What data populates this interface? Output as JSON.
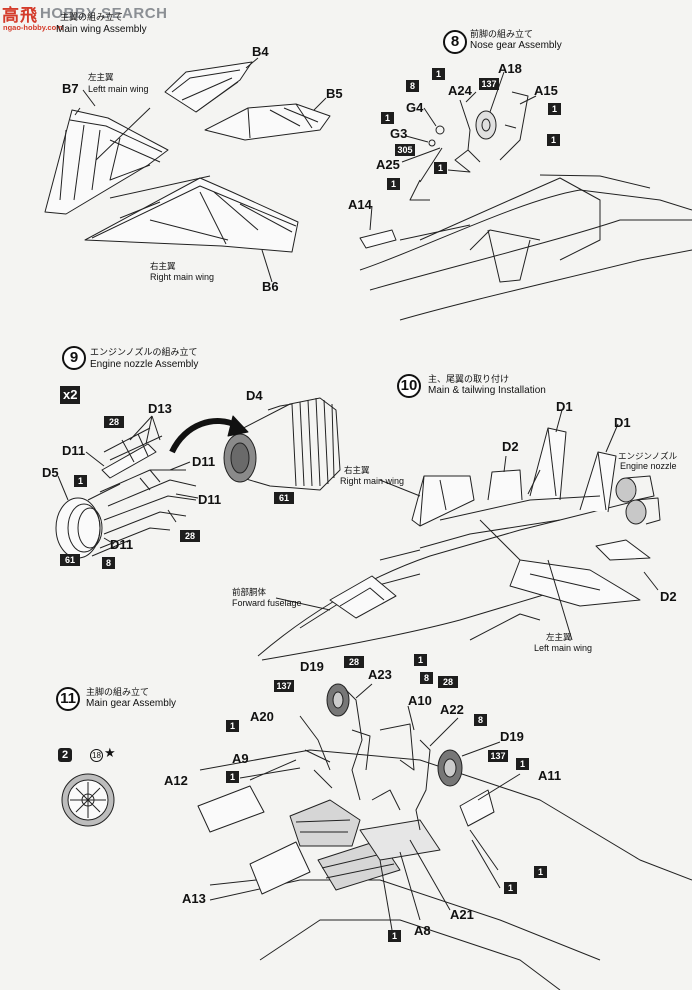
{
  "watermark": {
    "brand_cn": "高",
    "brand_cn2": "飛",
    "brand_en": "HOBBY SEARCH",
    "url": "ngao-hobby.com"
  },
  "step7": {
    "title_jp": "主翼の組み立て",
    "title_en": "Main wing Assembly",
    "labels": {
      "b7": "B7",
      "b4": "B4",
      "b5": "B5",
      "b6": "B6",
      "left_wing_jp": "左主翼",
      "left_wing_en": "Leftt main wing",
      "right_wing_jp": "右主翼",
      "right_wing_en": "Right main wing"
    }
  },
  "step8": {
    "number": "8",
    "title_jp": "前脚の組み立て",
    "title_en": "Nose gear Assembly",
    "labels": {
      "a18": "A18",
      "a24": "A24",
      "a15": "A15",
      "g4": "G4",
      "g3": "G3",
      "a25": "A25",
      "a14": "A14"
    },
    "paint_boxes": [
      "1",
      "137",
      "8",
      "1",
      "1",
      "305",
      "1",
      "1",
      "1"
    ]
  },
  "step9": {
    "number": "9",
    "title_jp": "エンジンノズルの組み立て",
    "title_en": "Engine nozzle Assembly",
    "multiplier": "x2",
    "labels": {
      "d4": "D4",
      "d13": "D13",
      "d11a": "D11",
      "d11b": "D11",
      "d11c": "D11",
      "d11d": "D11",
      "d5": "D5"
    },
    "paint_boxes": [
      "28",
      "1",
      "61",
      "28",
      "61",
      "8"
    ]
  },
  "step10": {
    "number": "10",
    "title_jp": "主、尾翼の取り付け",
    "title_en": "Main & tailwing Installation",
    "labels": {
      "d1a": "D1",
      "d1b": "D1",
      "d2a": "D2",
      "d2b": "D2",
      "nozzle_jp": "エンジンノズル",
      "nozzle_en": "Engine nozzle",
      "right_wing_jp": "右主翼",
      "right_wing_en": "Right main wing",
      "fwd_jp": "前部胴体",
      "fwd_en": "Forward fuselage",
      "left_wing_jp": "左主翼",
      "left_wing_en": "Left  main wing"
    }
  },
  "step11": {
    "number": "11",
    "title_jp": "主脚の組み立て",
    "title_en": "Main gear Assembly",
    "sub_step": "2",
    "sub_box": "18",
    "labels": {
      "d19a": "D19",
      "d19b": "D19",
      "a23": "A23",
      "a20": "A20",
      "a10": "A10",
      "a22": "A22",
      "a9": "A9",
      "a12": "A12",
      "a11": "A11",
      "a13": "A13",
      "a21": "A21",
      "a8": "A8"
    },
    "paint_boxes": [
      "28",
      "1",
      "137",
      "8",
      "28",
      "1",
      "8",
      "1",
      "137",
      "1",
      "1",
      "1",
      "1"
    ]
  }
}
